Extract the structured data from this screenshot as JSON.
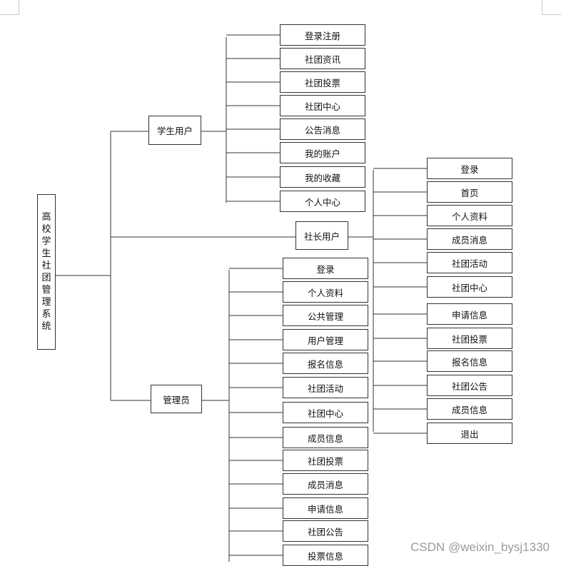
{
  "root": {
    "label": "高校学生社团管理系统"
  },
  "roles": {
    "student": {
      "label": "学生用户",
      "children": [
        "登录注册",
        "社团资讯",
        "社团投票",
        "社团中心",
        "公告消息",
        "我的账户",
        "我的收藏",
        "个人中心"
      ]
    },
    "president": {
      "label": "社长用户",
      "children": [
        "登录",
        "首页",
        "个人资料",
        "成员消息",
        "社团活动",
        "社团中心",
        "申请信息",
        "社团投票",
        "报名信息",
        "社团公告",
        "成员信息",
        "退出"
      ]
    },
    "admin": {
      "label": "管理员",
      "children": [
        "登录",
        "个人资料",
        "公共管理",
        "用户管理",
        "报名信息",
        "社团活动",
        "社团中心",
        "成员信息",
        "社团投票",
        "成员消息",
        "申请信息",
        "社团公告",
        "投票信息"
      ]
    }
  },
  "watermark": "CSDN @weixin_bysj1330",
  "colors": {
    "line": "#333333",
    "text": "#111111",
    "watermark": "#9b9b9b"
  }
}
